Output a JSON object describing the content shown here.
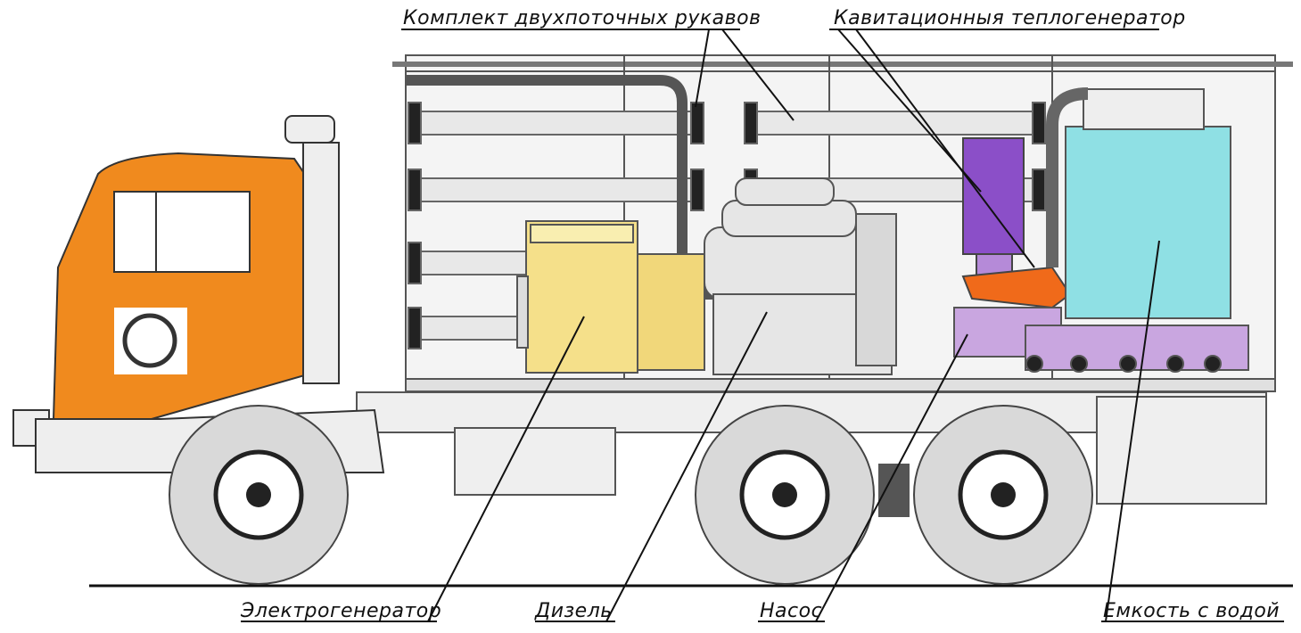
{
  "labels": {
    "hoses": "Комплект двухпоточных рукавов",
    "heat_generator": "Кавитационныя теплогенератор",
    "electrogenerator": "Электрогенератор",
    "diesel": "Дизель",
    "pump": "Насос",
    "water_tank": "Емкость с водой"
  },
  "colors": {
    "cab": "#f08a1e",
    "generator": "#f5e08a",
    "heat_generator": "#8b4fc8",
    "tank": "#8fe0e4",
    "pump_frame": "#c9a6e0",
    "nozzle": "#f06a1a"
  }
}
